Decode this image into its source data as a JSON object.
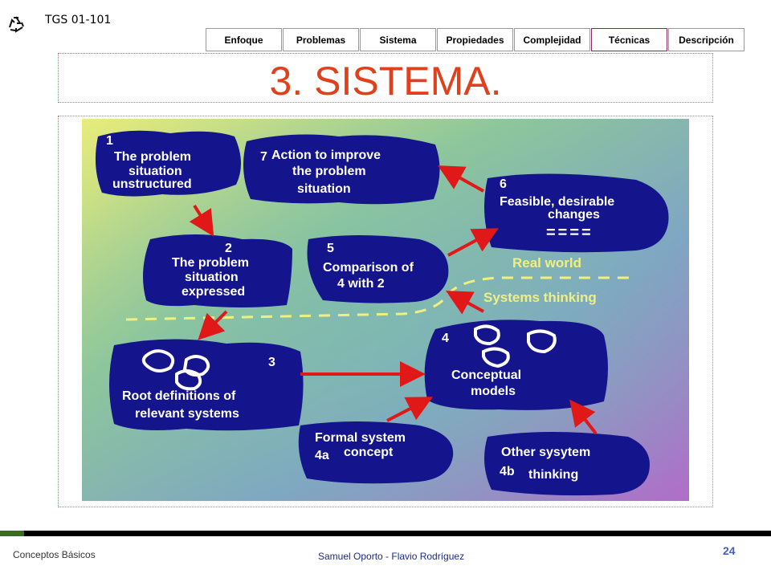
{
  "header": {
    "course_code": "TGS 01-101",
    "logo_icon": "recycle-icon"
  },
  "nav": {
    "tabs": [
      {
        "label": "Enfoque",
        "border": "#999999"
      },
      {
        "label": "Problemas",
        "border": "#999999"
      },
      {
        "label": "Sistema",
        "border": "#999999"
      },
      {
        "label": "Propiedades",
        "border": "#999999"
      },
      {
        "label": "Complejidad",
        "border": "#999999"
      },
      {
        "label": "Técnicas",
        "border": "#8a2060"
      },
      {
        "label": "Descripción",
        "border": "#999999"
      }
    ]
  },
  "slide": {
    "title": "3. SISTEMA.",
    "title_color": "#e0401c"
  },
  "diagram": {
    "nodes": {
      "n1": {
        "num": "1",
        "lines": [
          "The problem",
          "situation",
          "unstructured"
        ]
      },
      "n7": {
        "num": "7",
        "lines": [
          "Action to improve",
          "the problem",
          "situation"
        ]
      },
      "n6": {
        "num": "6",
        "lines": [
          "Feasible, desirable",
          "changes"
        ],
        "mark": "===="
      },
      "n2": {
        "num": "2",
        "lines": [
          "The problem",
          "situation",
          "expressed"
        ]
      },
      "n5": {
        "num": "5",
        "lines": [
          "Comparison of",
          "4 with 2"
        ]
      },
      "n3": {
        "num": "3",
        "lines": [
          "Root definitions of",
          "relevant systems"
        ]
      },
      "n4": {
        "num": "4",
        "lines": [
          "Conceptual",
          "models"
        ]
      },
      "n4a": {
        "num": "4a",
        "lines": [
          "Formal system",
          "concept"
        ]
      },
      "n4b": {
        "num": "4b",
        "lines": [
          "Other sysytem",
          "thinking"
        ]
      }
    },
    "labels": {
      "real_world": "Real  world",
      "systems_thinking": "Systems thinking"
    },
    "colors": {
      "blob": "#14148c",
      "arrow": "#e01818",
      "text": "#ffffff",
      "divider": "#f0f080"
    }
  },
  "footer": {
    "left": "Conceptos Básicos",
    "center": "Samuel Oporto - Flavio Rodríguez",
    "page": "24"
  }
}
